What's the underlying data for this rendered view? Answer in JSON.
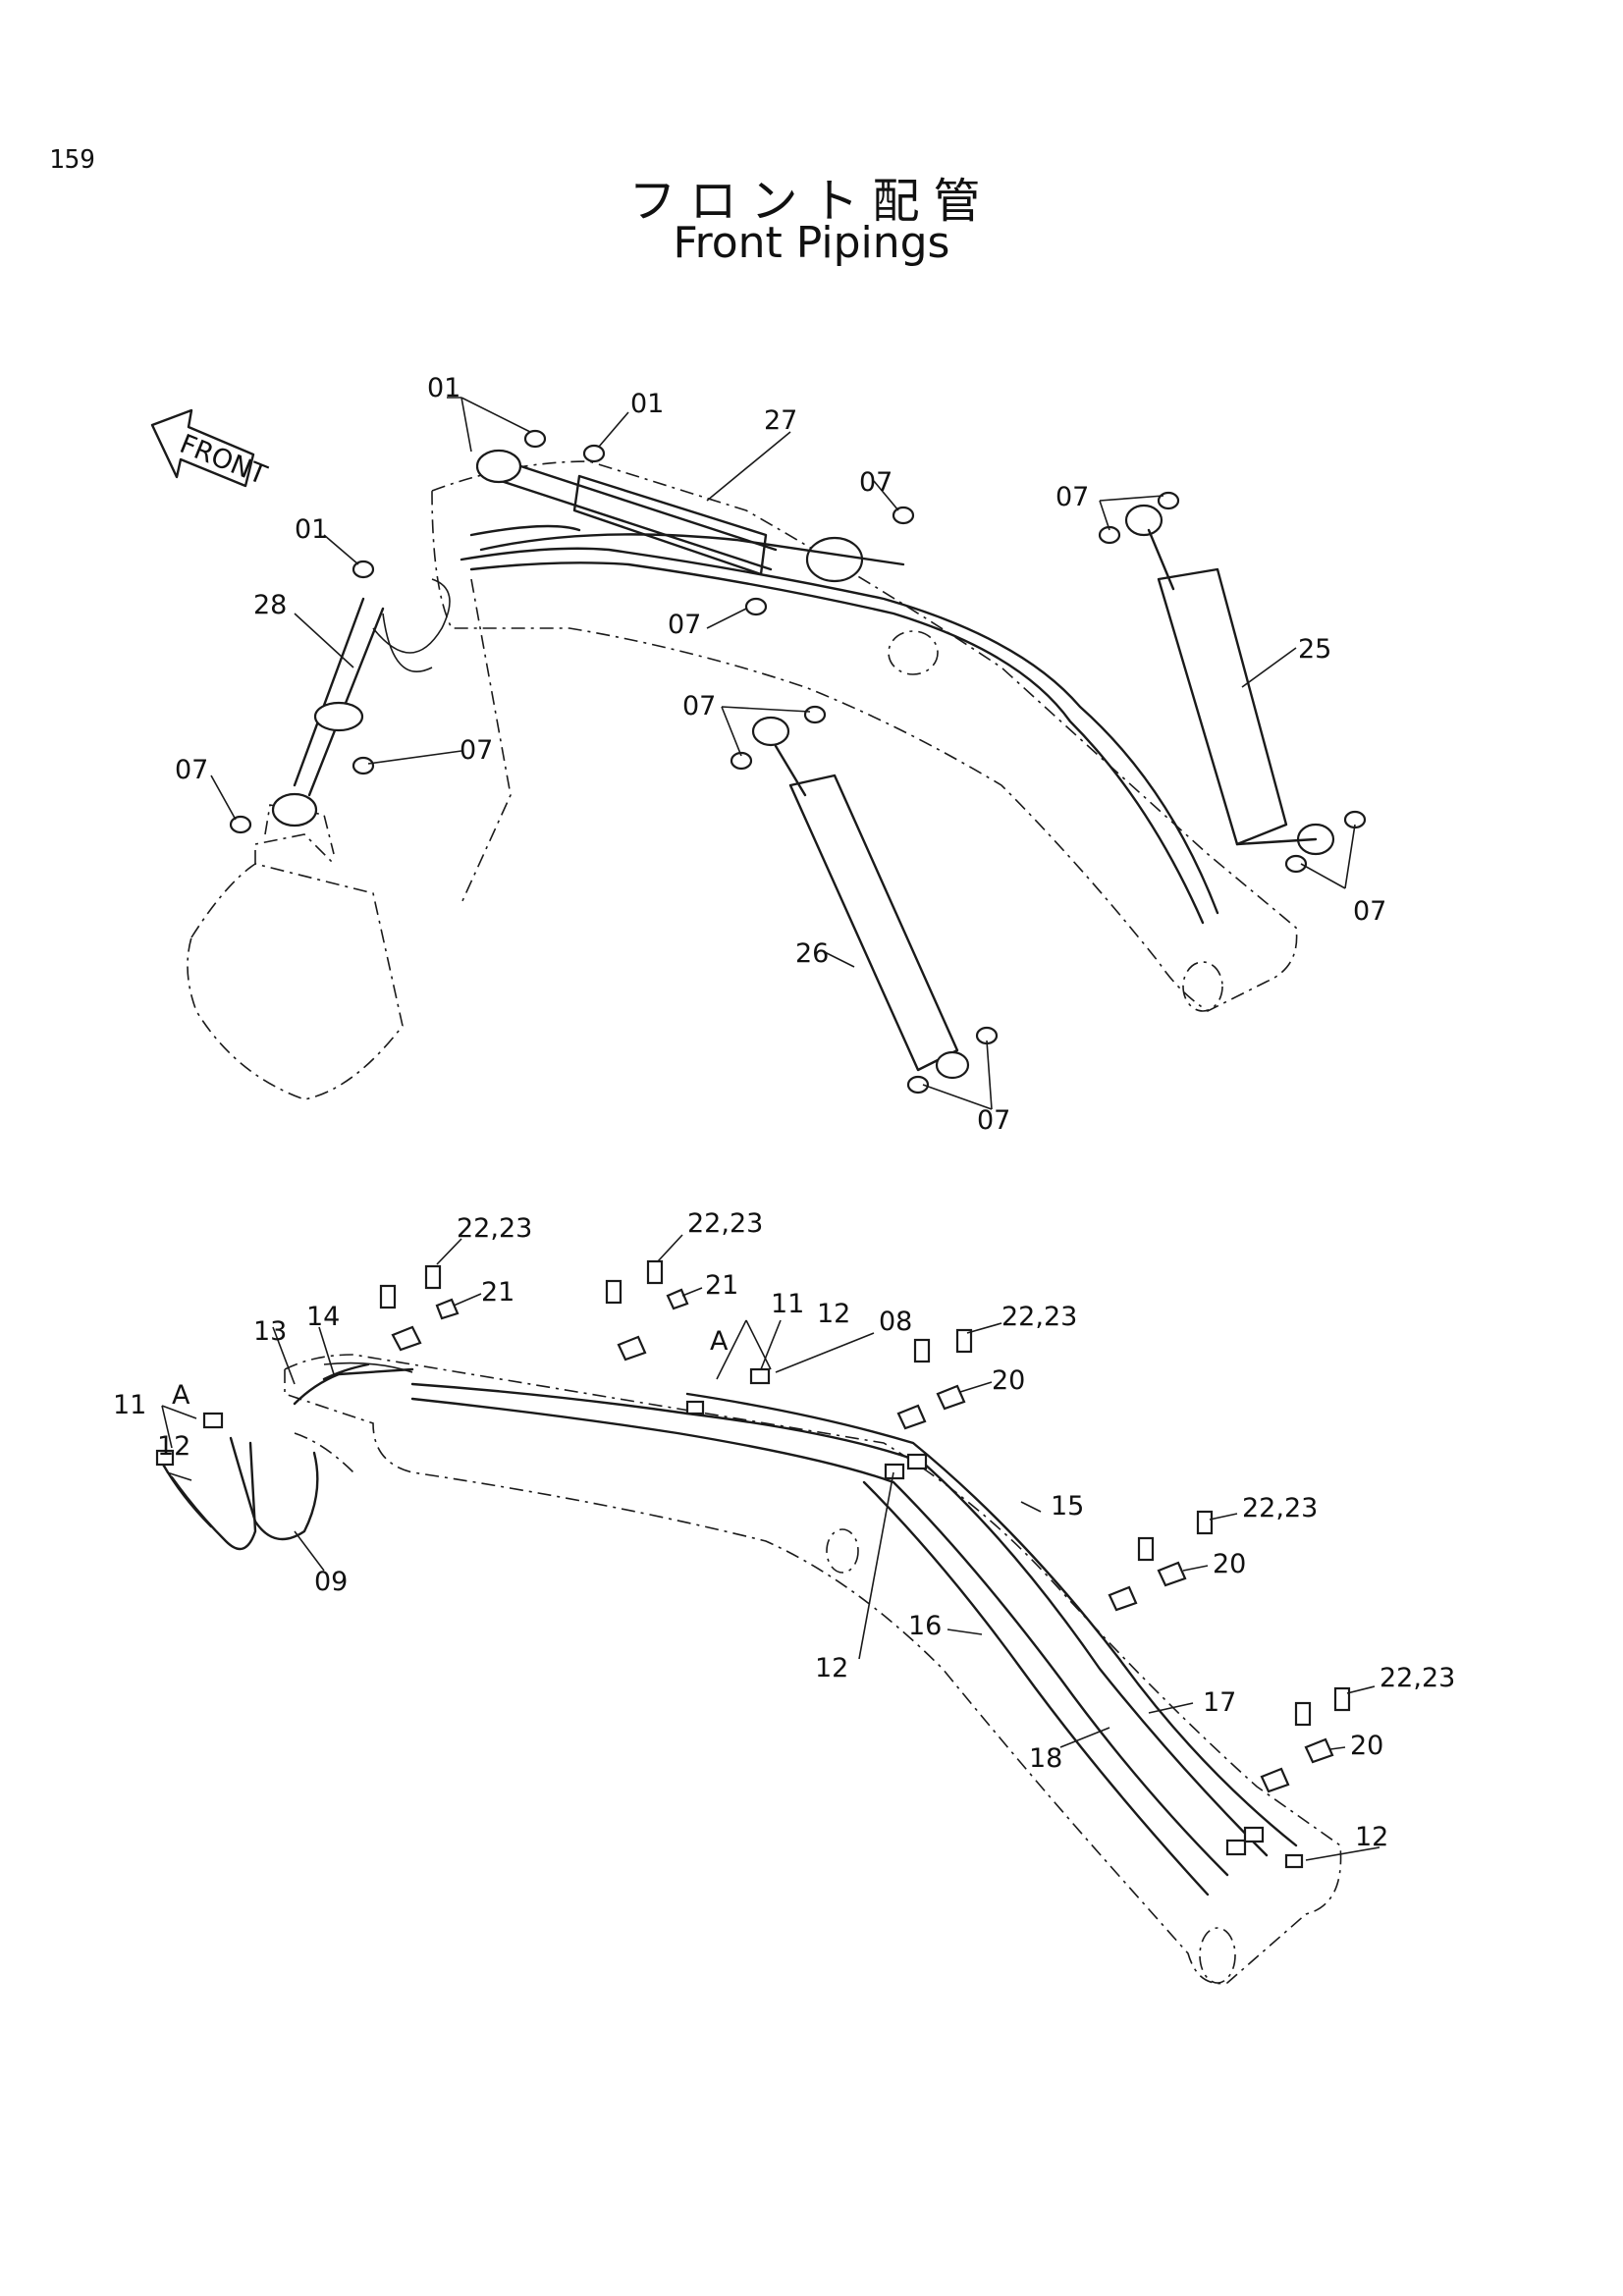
{
  "page_number": "159",
  "title_jp": "フロント配管",
  "title_en": "Front Pipings",
  "front_arrow_label": "FRONT",
  "top_labels": {
    "l01a": "01",
    "l01b": "01",
    "l01c": "01",
    "l27": "27",
    "l28": "28",
    "l25": "25",
    "l26": "26",
    "l07a": "07",
    "l07b": "07",
    "l07c": "07",
    "l07d": "07",
    "l07e": "07",
    "l07f": "07",
    "l07g": "07",
    "l07h": "07"
  },
  "bottom_labels": {
    "l2223a": "22,23",
    "l2223b": "22,23",
    "l2223c": "22,23",
    "l2223d": "22,23",
    "l2223e": "22,23",
    "l21a": "21",
    "l21b": "21",
    "l20a": "20",
    "l20b": "20",
    "l20c": "20",
    "l11a": "11",
    "l11b": "11",
    "l12a": "12",
    "l12b": "12",
    "l12c": "12",
    "l12d": "12",
    "l13": "13",
    "l14": "14",
    "l08": "08",
    "l09": "09",
    "l15": "15",
    "l16": "16",
    "l17": "17",
    "l18": "18",
    "lAa": "A",
    "lAb": "A"
  }
}
